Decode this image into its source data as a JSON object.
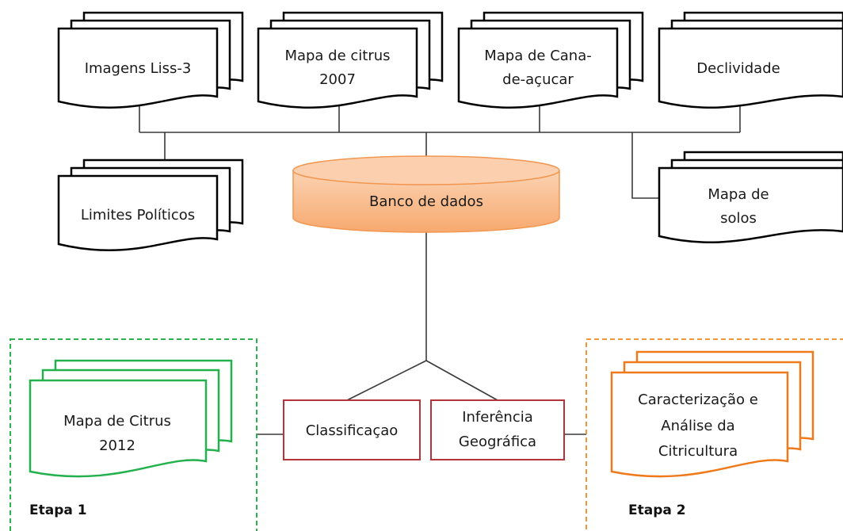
{
  "documents": {
    "imagens": {
      "label": "Imagens Liss-3"
    },
    "citrus2007": {
      "line1": "Mapa de citrus",
      "line2": "2007"
    },
    "cana": {
      "line1": "Mapa de Cana-",
      "line2": "de-açucar"
    },
    "declividade": {
      "label": "Declividade"
    },
    "limites": {
      "label": "Limites Políticos"
    },
    "solos": {
      "line1": "Mapa de",
      "line2": "solos"
    },
    "citrus2012": {
      "line1": "Mapa de Citrus",
      "line2": "2012"
    },
    "caracterizacao": {
      "line1": "Caracterização e",
      "line2": "Análise da",
      "line3": "Citricultura"
    }
  },
  "database": {
    "label": "Banco de dados"
  },
  "processes": {
    "classificacao": {
      "label": "Classificaçao"
    },
    "inferencia": {
      "line1": "Inferência",
      "line2": "Geográfica"
    }
  },
  "stages": {
    "etapa1": {
      "label": "Etapa 1",
      "color": "#2bb24c"
    },
    "etapa2": {
      "label": "Etapa 2",
      "color": "#f0963c"
    }
  },
  "colors": {
    "doc_stroke": "#000000",
    "citrus2012_stroke": "#22b14c",
    "caracterizacao_stroke": "#f07a1a",
    "process_stroke": "#b5343a",
    "db_fill": "#f9b98a",
    "db_stroke": "#f29650",
    "connector": "#3a3a3a"
  }
}
